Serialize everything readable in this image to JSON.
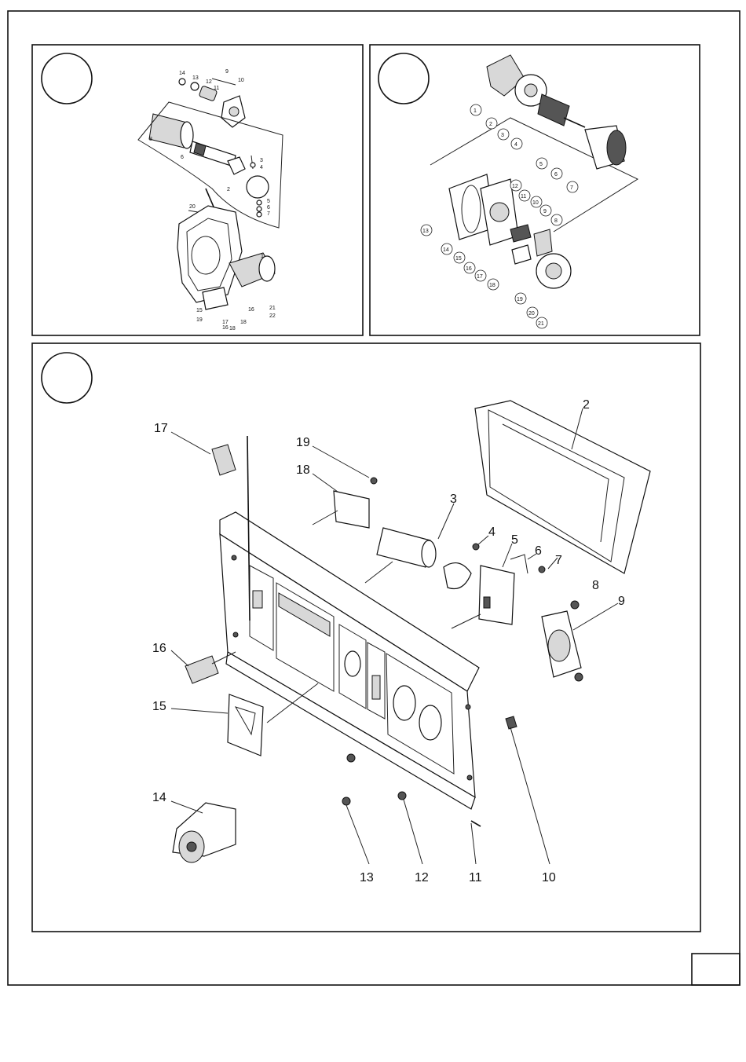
{
  "panel_a": {
    "labels": [
      "14",
      "13",
      "12",
      "9",
      "10",
      "11",
      "8",
      "6",
      "3",
      "4",
      "2",
      "5",
      "6",
      "7",
      "20",
      "1",
      "15",
      "19",
      "17",
      "16",
      "18",
      "18",
      "16",
      "21",
      "22"
    ]
  },
  "panel_b": {
    "labels": [
      "1",
      "2",
      "3",
      "4",
      "5",
      "6",
      "7",
      "12",
      "11",
      "10",
      "9",
      "8",
      "13",
      "14",
      "15",
      "16",
      "17",
      "18",
      "19",
      "20",
      "21"
    ]
  },
  "panel_c": {
    "labels": [
      "17",
      "19",
      "18",
      "2",
      "3",
      "4",
      "5",
      "6",
      "7",
      "8",
      "9",
      "16",
      "15",
      "14",
      "13",
      "12",
      "11",
      "10"
    ]
  }
}
